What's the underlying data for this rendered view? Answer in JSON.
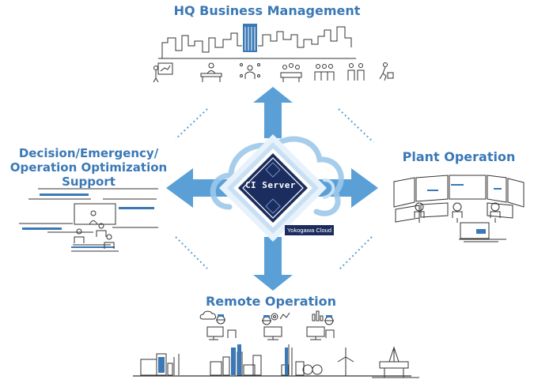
{
  "labels": {
    "hq": "HQ Business Management",
    "decision": "Decision/Emergency/ Operation Optimization Support",
    "plant": "Plant Operation",
    "remote": "Remote Operation"
  },
  "server": {
    "label": "CI Server",
    "cloud_label": "Yokogawa Cloud"
  },
  "colors": {
    "title_blue": "#3a78b6",
    "arrow_blue": "#5aa0d6",
    "navy": "#1b2d5e",
    "cloud_blue": "#9cc8ea",
    "line_dark": "#333333"
  },
  "icons": {
    "hq_people": [
      "presenter-icon",
      "desk-worker-icon",
      "network-person-icon",
      "meeting-icon",
      "group-icon",
      "pair-icon",
      "walking-worker-icon"
    ],
    "remote_workers": [
      "cloud-engineer-icon",
      "settings-engineer-icon",
      "analytics-engineer-icon"
    ],
    "facilities": [
      "factory-icon",
      "refinery-icon",
      "power-plant-icon",
      "wind-turbine-icon",
      "offshore-platform-icon"
    ]
  }
}
